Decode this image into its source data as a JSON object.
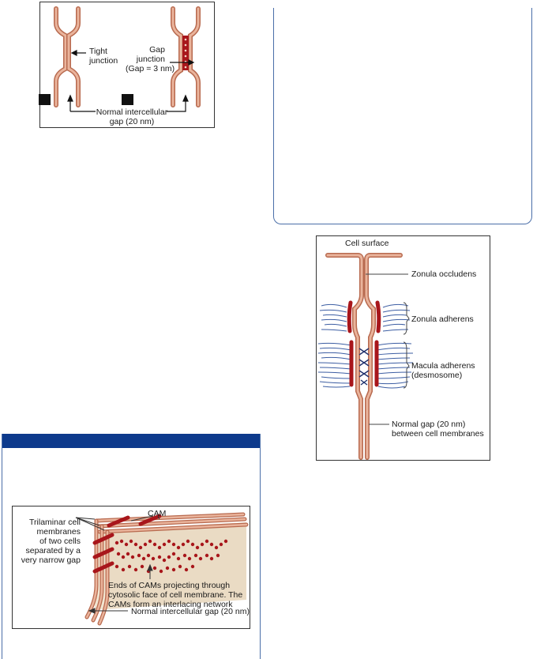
{
  "figure_junctions": {
    "tight_label": [
      "Tight",
      "junction"
    ],
    "gap_label": [
      "Gap",
      "junction",
      "(Gap = 3 nm)"
    ],
    "normal_label": [
      "Normal intercellular",
      "gap (20 nm)"
    ]
  },
  "figure_zonula": {
    "cell_surface": "Cell surface",
    "zonula_occludens": "Zonula occludens",
    "zonula_adherens": "Zonula adherens",
    "macula_adherens": [
      "Macula adherens",
      "(desmosome)"
    ],
    "normal_gap": [
      "Normal gap (20 nm)",
      "between cell membranes"
    ]
  },
  "figure_cam": {
    "cam": "CAM",
    "trilaminar": [
      "Trilaminar cell",
      "membranes",
      "of two cells",
      "separated by a",
      "very narrow gap"
    ],
    "ends": [
      "Ends of CAMs projecting through",
      "cytosolic face of cell membrane. The",
      "CAMs form an interlacing network"
    ],
    "normal_gap": "Normal intercellular gap (20 nm)"
  },
  "colors": {
    "membrane": "#d9967a",
    "membrane_dark": "#b86a4f",
    "protein": "#a8161b",
    "filament": "#3d5ea3",
    "panel_border": "#4a6ea8",
    "panel_header": "#0d3a8c"
  }
}
